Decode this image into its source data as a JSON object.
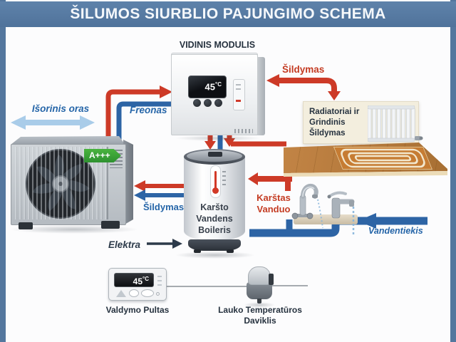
{
  "header": {
    "title": "ŠILUMOS SIURBLIO PAJUNGIMO SCHEMA"
  },
  "colors": {
    "header_blue": "#54779e",
    "pipe_red": "#cd3a27",
    "pipe_blue": "#2d64a5",
    "air_arrow_light_blue": "#a9cce9",
    "label_blue": "#2565a8",
    "label_dark_navy": "#26323f",
    "label_red": "#c43b22",
    "energy_green": "#3aa83a",
    "panel_cream": "#f3eede",
    "floor_wood": "#b9803f"
  },
  "labels": {
    "indoor_module": "VIDINIS MODULIS",
    "heating_supply": "Šildymas",
    "heating_return": "Šildymas",
    "outdoor_air": "Išorinis oras",
    "refrigerant": "Freonas",
    "electricity": "Elektra",
    "water_supply": "Vandentiekis",
    "hot_water": {
      "line1": "Karštas",
      "line2": "Vanduo"
    }
  },
  "radiator_panel": {
    "line1": "Radiatoriai ir",
    "line2": "Grindinis",
    "line3": "Šildymas"
  },
  "boiler": {
    "line1": "Karšto",
    "line2": "Vandens",
    "line3": "Boileris"
  },
  "outdoor_unit": {
    "energy_rating": "A+++"
  },
  "indoor_module": {
    "display": {
      "value": "45",
      "unit": "°C"
    }
  },
  "control_panel": {
    "label": "Valdymo Pultas",
    "display": {
      "value": "45",
      "unit": "°C"
    }
  },
  "sensor": {
    "label_line1": "Lauko Temperatūros",
    "label_line2": "Daviklis"
  }
}
